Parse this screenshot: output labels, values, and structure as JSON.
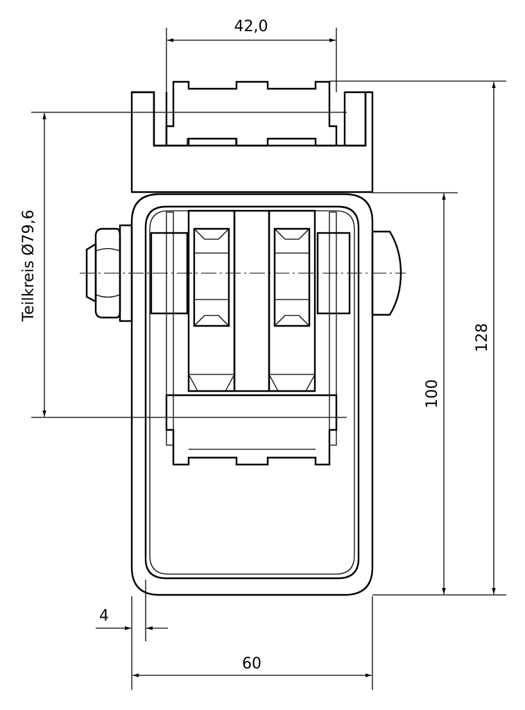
{
  "drawing": {
    "dimensions": {
      "top_width": "42,0",
      "pitch_circle": "Teilkreis Ø79,6",
      "overall_height": "128",
      "inner_height": "100",
      "wall_thickness": "4",
      "overall_width": "60"
    },
    "colors": {
      "line": "#000000",
      "background": "#ffffff"
    }
  }
}
